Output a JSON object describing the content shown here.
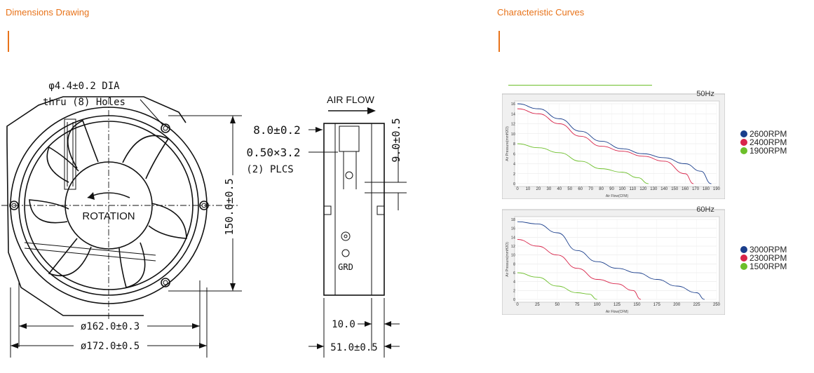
{
  "sections": {
    "dimensions_title": "Dimensions Drawing",
    "curves_title": "Characteristic Curves",
    "accent_color": "#e8731a"
  },
  "drawing": {
    "hole_note_line1": "φ4.4±0.2 DIA",
    "hole_note_line2": "thru (8) Holes",
    "rotation_label": "ROTATION",
    "air_flow_label": "AIR FLOW",
    "dim_8_0": "8.0±0.2",
    "dim_0_50": "0.50×3.2",
    "dim_plcs": "(2) PLCS",
    "dim_9_0": "9.0±0.5",
    "dim_150": "150.0±0.5",
    "dim_162": "ø162.0±0.3",
    "dim_172": "ø172.0±0.5",
    "dim_10": "10.0",
    "dim_51": "51.0±0.5",
    "grd_label": "GRD"
  },
  "chart_data": [
    {
      "type": "line",
      "title": "50Hz",
      "xlabel": "Air Flow(CFM)",
      "ylabel": "Air Pressure(mmH2O)",
      "xlim": [
        0,
        190
      ],
      "ylim": [
        0,
        16
      ],
      "x_ticks": [
        0,
        10,
        20,
        30,
        40,
        50,
        60,
        70,
        80,
        90,
        100,
        110,
        120,
        130,
        140,
        150,
        160,
        170,
        180,
        190
      ],
      "y_ticks": [
        0,
        2,
        4,
        6,
        8,
        10,
        12,
        14,
        16
      ],
      "series": [
        {
          "name": "2600RPM",
          "color": "#1a3e8c",
          "x": [
            0,
            20,
            40,
            60,
            80,
            100,
            120,
            140,
            160,
            175,
            185
          ],
          "y": [
            16,
            15,
            13,
            10.5,
            8.5,
            7,
            6,
            5.2,
            4,
            2.5,
            0
          ]
        },
        {
          "name": "2400RPM",
          "color": "#d8254a",
          "x": [
            0,
            20,
            40,
            60,
            80,
            100,
            120,
            140,
            160,
            168
          ],
          "y": [
            15,
            14,
            12,
            9.5,
            7.5,
            6.5,
            5.5,
            4.5,
            2,
            0
          ]
        },
        {
          "name": "1900RPM",
          "color": "#6cbf2a",
          "x": [
            0,
            20,
            40,
            60,
            80,
            100,
            115,
            125
          ],
          "y": [
            8,
            7.2,
            6.2,
            4.5,
            3,
            2.3,
            1.2,
            0
          ]
        }
      ]
    },
    {
      "type": "line",
      "title": "60Hz",
      "xlabel": "Air Flow(CFM)",
      "ylabel": "Air Pressure(mmH2O)",
      "xlim": [
        0,
        250
      ],
      "ylim": [
        0,
        18
      ],
      "x_ticks": [
        0,
        25,
        50,
        75,
        100,
        125,
        150,
        175,
        200,
        225,
        250
      ],
      "y_ticks": [
        0,
        2,
        4,
        6,
        8,
        10,
        12,
        14,
        16,
        18
      ],
      "series": [
        {
          "name": "3000RPM",
          "color": "#1a3e8c",
          "x": [
            0,
            25,
            50,
            75,
            100,
            125,
            150,
            175,
            200,
            225,
            235
          ],
          "y": [
            17.5,
            17,
            15,
            11,
            8.5,
            7,
            6,
            4.5,
            3,
            1.5,
            0
          ]
        },
        {
          "name": "2300RPM",
          "color": "#d8254a",
          "x": [
            0,
            25,
            50,
            75,
            100,
            125,
            145,
            155
          ],
          "y": [
            13.5,
            12,
            10,
            7,
            4.5,
            3.5,
            2,
            0
          ]
        },
        {
          "name": "1500RPM",
          "color": "#6cbf2a",
          "x": [
            0,
            25,
            50,
            75,
            90,
            100
          ],
          "y": [
            6,
            5,
            3,
            1.5,
            1.2,
            0
          ]
        }
      ]
    }
  ],
  "legend_colors": {
    "blue": "#1a3e8c",
    "red": "#d8254a",
    "green": "#6cbf2a"
  }
}
